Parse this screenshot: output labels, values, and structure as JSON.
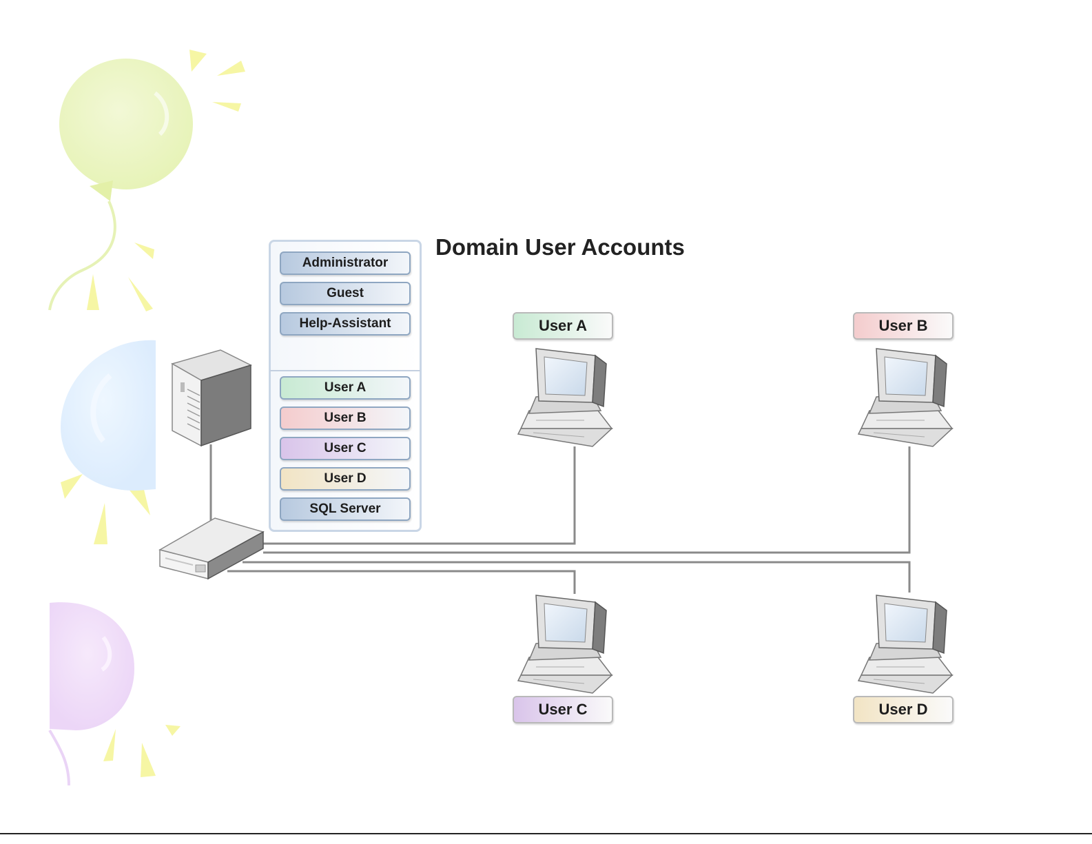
{
  "title": "Domain User Accounts",
  "builtin_accounts": [
    {
      "label": "Administrator",
      "color": "#b7c9df"
    },
    {
      "label": "Guest",
      "color": "#b7c9df"
    },
    {
      "label": "Help-Assistant",
      "color": "#b7c9df"
    }
  ],
  "user_accounts": [
    {
      "label": "User A",
      "color": "#c8ead3"
    },
    {
      "label": "User B",
      "color": "#f4cccd"
    },
    {
      "label": "User C",
      "color": "#d9c4ea"
    },
    {
      "label": "User D",
      "color": "#f2e4c4"
    },
    {
      "label": "SQL Server",
      "color": "#b7c9df"
    }
  ],
  "computers": [
    {
      "label": "User A",
      "color": "#c8ead3"
    },
    {
      "label": "User B",
      "color": "#f4cccd"
    },
    {
      "label": "User C",
      "color": "#d9c4ea"
    },
    {
      "label": "User D",
      "color": "#f2e4c4"
    }
  ]
}
